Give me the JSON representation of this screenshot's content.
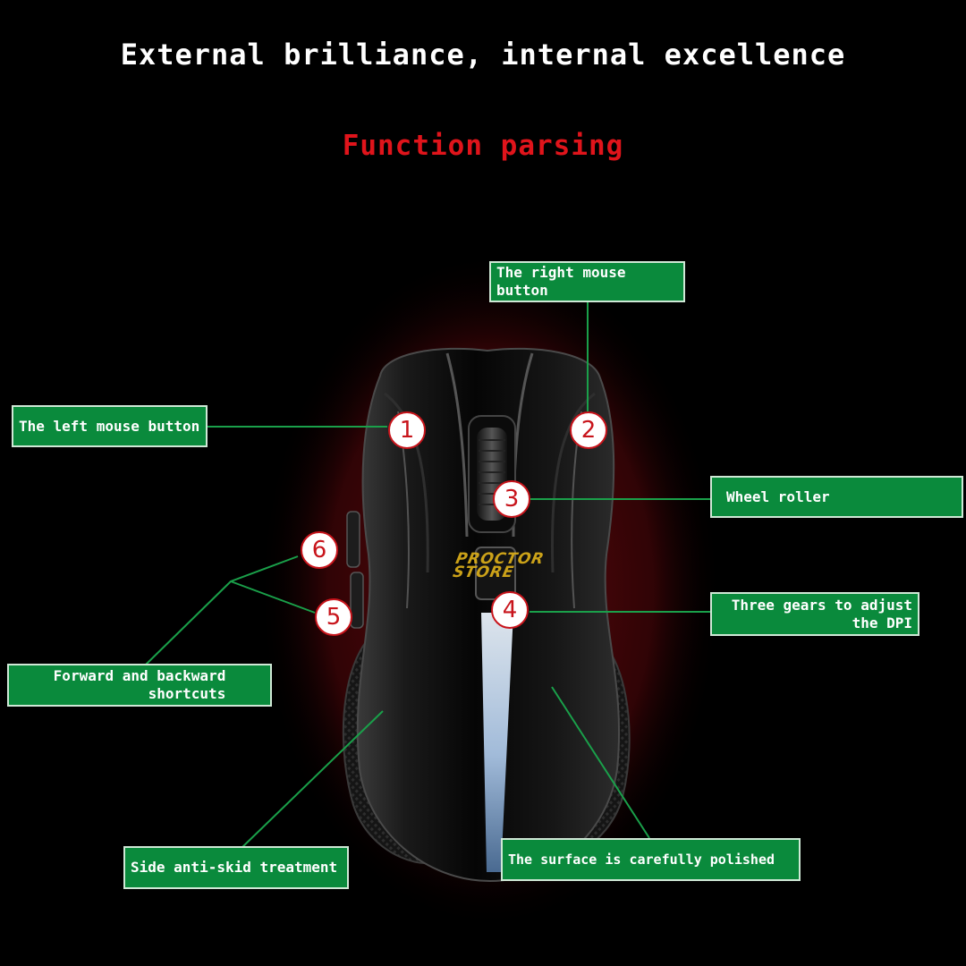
{
  "header": {
    "title": "External brilliance, internal excellence",
    "subtitle": "Function parsing"
  },
  "callouts": {
    "right_button": "The right mouse button",
    "left_button": "The left mouse button",
    "wheel": "Wheel roller",
    "dpi": "Three gears to adjust\nthe DPI",
    "shortcuts": "Forward and backward\nshortcuts",
    "antiskid": "Side anti-skid treatment",
    "surface": "The surface is carefully polished"
  },
  "markers": [
    "1",
    "2",
    "3",
    "4",
    "5",
    "6"
  ],
  "logo_text": "PROCTOR STORE",
  "colors": {
    "background": "#000000",
    "title": "#ffffff",
    "subtitle": "#e0141b",
    "label_fill": "#0a8a3c",
    "label_border": "#cfe8d6",
    "leader_line": "#1aa04a",
    "marker_ring": "#c8141b",
    "glow": "#c0141b"
  }
}
